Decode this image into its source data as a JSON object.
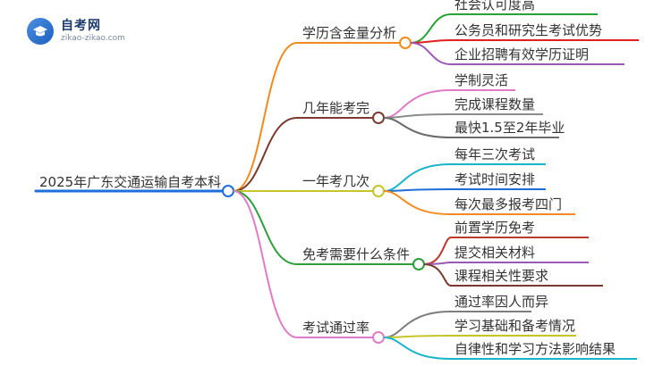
{
  "logo": {
    "title": "自考网",
    "subtitle": "zikao-zikao.com",
    "icon": "graduation-cap-icon"
  },
  "root": {
    "label": "2025年广东交通运输自考本科",
    "color": "#1e6fd9"
  },
  "branches": [
    {
      "label": "学历含金量分析",
      "color": "#f28a1e",
      "children": [
        {
          "label": "社会认可度高",
          "color": "#27a336"
        },
        {
          "label": "公务员和研究生考试优势",
          "color": "#e02020"
        },
        {
          "label": "企业招聘有效学历证明",
          "color": "#9b59b6"
        }
      ]
    },
    {
      "label": "几年能考完",
      "color": "#7a3b2e",
      "children": [
        {
          "label": "学制灵活",
          "color": "#e07cc5"
        },
        {
          "label": "完成课程数量",
          "color": "#8c8c8c"
        },
        {
          "label": "最快1.5至2年毕业",
          "color": "#6b6b6b"
        }
      ]
    },
    {
      "label": "一年考几次",
      "color": "#c5c52a",
      "children": [
        {
          "label": "每年三次考试",
          "color": "#18b4c9"
        },
        {
          "label": "考试时间安排",
          "color": "#1e6fd9"
        },
        {
          "label": "每次最多报考四门",
          "color": "#f28a1e"
        }
      ]
    },
    {
      "label": "免考需要什么条件",
      "color": "#2e9e3a",
      "children": [
        {
          "label": "前置学历免考",
          "color": "#c0392b"
        },
        {
          "label": "提交相关材料",
          "color": "#9b59b6"
        },
        {
          "label": "课程相关性要求",
          "color": "#7a3b2e"
        }
      ]
    },
    {
      "label": "考试通过率",
      "color": "#e07cc5",
      "children": [
        {
          "label": "通过率因人而异",
          "color": "#7d7d7d"
        },
        {
          "label": "学习基础和备考情况",
          "color": "#c5c52a"
        },
        {
          "label": "自律性和学习方法影响结果",
          "color": "#18b4c9"
        }
      ]
    }
  ]
}
